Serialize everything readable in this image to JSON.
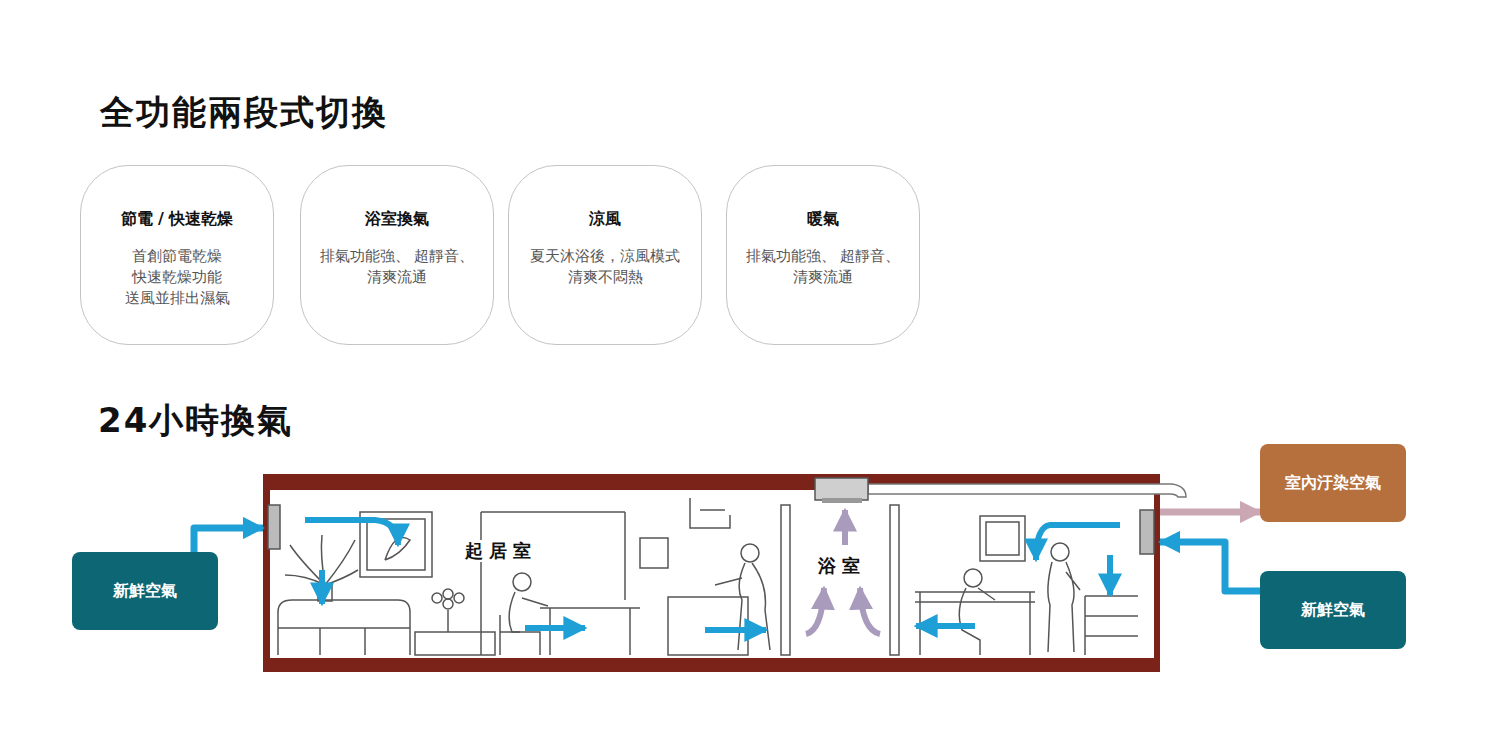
{
  "diagram": {
    "title": "全功能兩段式切換",
    "nodes": [
      {
        "text": [
          "節電 / 快速乾燥",
          "首創節電乾燥 快速乾燥功能 送風並排出濕氣"
        ]
      },
      {
        "text": [
          "浴室換氣",
          "排氣功能強、 超靜音、清爽流通"
        ]
      },
      {
        "text": [
          "涼風",
          "夏天沐浴後，涼風模式 清爽不悶熱"
        ]
      },
      {
        "text": [
          "暖氣",
          "排氣功能強、 超靜音、清爽流通"
        ]
      },
      {
        "text": [
          "新鮮空氣"
        ]
      },
      {
        "text": [
          "起居室",
          "浴室"
        ]
      },
      {
        "text": [
          "室內汙染空氣"
        ]
      },
      {
        "text": [
          "新鮮空氣"
        ]
      }
    ],
    "edges": [
      {
        "from": 4,
        "to": 5,
        "arrow": "to"
      },
      {
        "from": 5,
        "to": 6,
        "arrow": "to"
      },
      {
        "from": 7,
        "to": 5,
        "arrow": "to"
      }
    ],
    "labels": [
      "24小時換氣"
    ]
  }
}
